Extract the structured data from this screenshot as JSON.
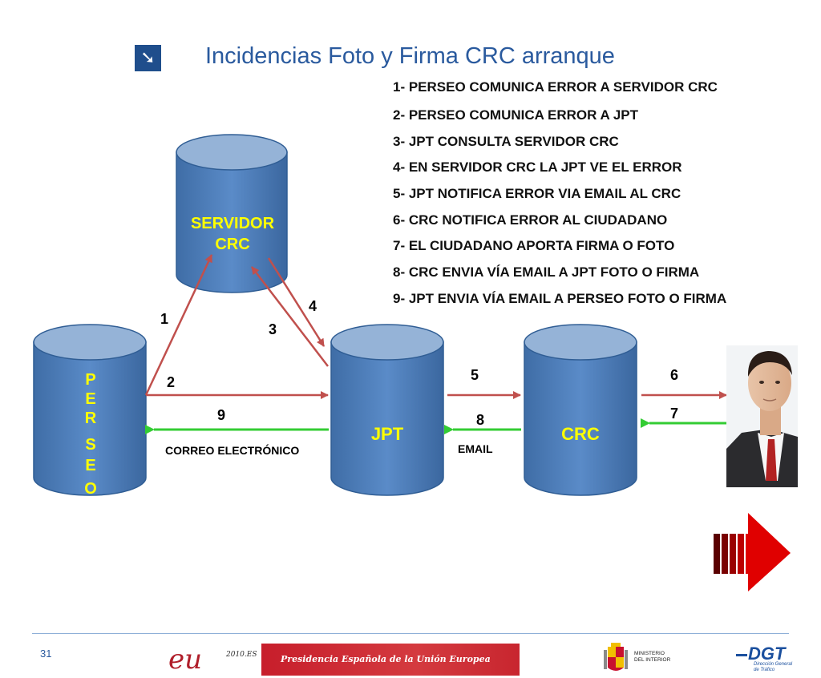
{
  "title": "Incidencias Foto y Firma CRC arranque",
  "title_icon": "arrow-down-right-icon",
  "steps": [
    "1- PERSEO COMUNICA ERROR A SERVIDOR CRC",
    "2- PERSEO COMUNICA ERROR A JPT",
    "3- JPT CONSULTA SERVIDOR CRC",
    "4- EN SERVIDOR CRC LA JPT VE EL ERROR",
    "5- JPT NOTIFICA ERROR VIA EMAIL AL CRC",
    "6- CRC NOTIFICA ERROR AL CIUDADANO",
    "7- EL CIUDADANO APORTA FIRMA O FOTO",
    "8- CRC ENVIA VÍA EMAIL A JPT FOTO O FIRMA",
    "9- JPT ENVIA VÍA EMAIL A PERSEO FOTO O FIRMA"
  ],
  "nodes": {
    "servidor_line1": "SERVIDOR",
    "servidor_line2": "CRC",
    "perseo_letters": [
      "P",
      "E",
      "R",
      "S",
      "E",
      "O"
    ],
    "jpt": "JPT",
    "crc": "CRC"
  },
  "arrow_labels": {
    "a1": "1",
    "a2": "2",
    "a3": "3",
    "a4": "4",
    "a5": "5",
    "a6": "6",
    "a7": "7",
    "a8": "8",
    "a9": "9"
  },
  "edge_labels": {
    "correo": "CORREO ELECTRÓNICO",
    "email": "EMAIL"
  },
  "colors": {
    "cylinder_body": "#4f81bd",
    "cylinder_top": "#95b3d7",
    "node_text_yellow": "#ffff00",
    "red_arrow": "#c0504d",
    "green_arrow": "#33cc33",
    "title_blue": "#2a5a9e"
  },
  "footer": {
    "page_number": "31",
    "eu_logo_text": "eu",
    "eu_site": "2010.ES",
    "presidencia": "Presidencia Española de la Unión Europea",
    "ministerio_line1": "MINISTERIO",
    "ministerio_line2": "DEL INTERIOR",
    "dgt": "DGT",
    "dgt_sub1": "Dirección General",
    "dgt_sub2": "de Tráfico"
  }
}
